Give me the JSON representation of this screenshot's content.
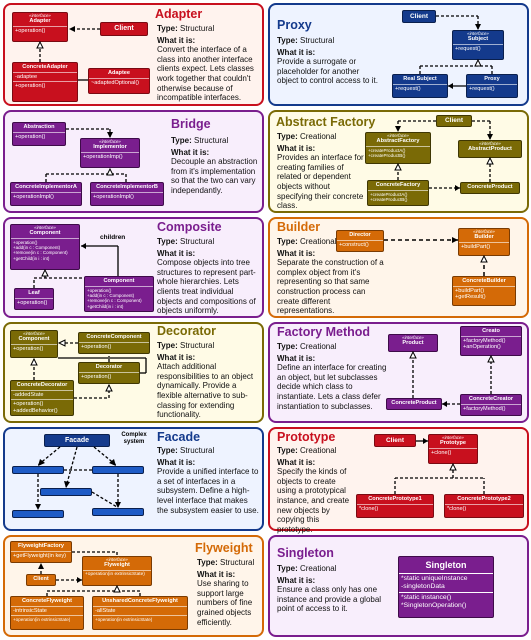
{
  "colors": {
    "red": "#c8101e",
    "blue": "#143a8c",
    "purple": "#7a1e8e",
    "olive": "#7a6a06",
    "orange": "#d46a07",
    "red_bg": "#fff3ee",
    "blue_bg": "#eef3ff",
    "purple_bg": "#f8eefc",
    "yellow_bg": "#fffbe6",
    "orange_bg": "#fff5ea"
  },
  "labels": {
    "type": "Type:",
    "what": "What it is:"
  },
  "patterns": {
    "adapter": {
      "name": "Adapter",
      "type": "Structural",
      "desc": "Convert the interface of a class into another interface clients expect. Lets classes work together that couldn't otherwise because of incompatible interfaces.",
      "boxes": {
        "target": {
          "stereo": "«interface»",
          "name": "Adapter",
          "ops": "+operation()"
        },
        "client": {
          "name": "Client"
        },
        "concrete": {
          "name": "ConcreteAdapter",
          "attrs": "-adaptee",
          "ops": "+operation()"
        },
        "adaptee": {
          "name": "Adaptee",
          "ops": "~adaptedOptional()"
        }
      }
    },
    "proxy": {
      "name": "Proxy",
      "type": "Structural",
      "desc": "Provide a surrogate or placeholder for another object to control access to it.",
      "boxes": {
        "client": {
          "name": "Client"
        },
        "subject": {
          "stereo": "«interface»",
          "name": "Subject",
          "ops": "+request()"
        },
        "real": {
          "name": "Real Subject",
          "ops": "+request()"
        },
        "proxy": {
          "name": "Proxy",
          "ops": "+request()"
        }
      }
    },
    "bridge": {
      "name": "Bridge",
      "type": "Structural",
      "desc": "Decouple an abstraction from it's implementation so that the two can vary independantly.",
      "boxes": {
        "abstraction": {
          "name": "Abstraction",
          "ops": "+operation()"
        },
        "implementor": {
          "stereo": "«interface»",
          "name": "Implementor",
          "ops": "+operationImp()"
        },
        "implA": {
          "name": "ConcreteImplementorA",
          "ops": "+operationImpl()"
        },
        "implB": {
          "name": "ConcreteImplementorB",
          "ops": "+operationImpl()"
        }
      }
    },
    "abstract_factory": {
      "name": "Abstract Factory",
      "type": "Creational",
      "desc": "Provides an interface for creating families of related or dependent objects without specifying their concrete class.",
      "boxes": {
        "client": {
          "name": "Client"
        },
        "factory": {
          "stereo": "«interface»",
          "name": "AbstractFactory",
          "ops": "+createProductA()\n+createProductB()"
        },
        "product": {
          "stereo": "«interface»",
          "name": "AbstractProduct"
        },
        "concrete_factory": {
          "name": "ConcreteFactory",
          "ops": "+createProductA()\n+createProductB()"
        },
        "concrete_product": {
          "name": "ConcreteProduct"
        }
      }
    },
    "composite": {
      "name": "Composite",
      "type": "Structural",
      "desc": "Compose objects into tree structures to represent part-whole hierarchies. Lets clients treat individual objects and compositions of objects uniformly.",
      "children_label": "children",
      "boxes": {
        "component": {
          "stereo": "«interface»",
          "name": "Component",
          "ops": "+operation()\n+add(in c : Component)\n+remove(in c : Component)\n+getChild(in i : int)"
        },
        "leaf": {
          "name": "Leaf",
          "ops": "+operation()"
        },
        "composite": {
          "name": "Component",
          "ops": "+operation()\n+add(in c : Component)\n+remove(in c : Component)\n+getChild(in i : int)"
        }
      }
    },
    "builder": {
      "name": "Builder",
      "type": "Creational",
      "desc": "Separate the construction of a complex object from it's representing so that same construction process can create different representations.",
      "boxes": {
        "director": {
          "name": "Director",
          "ops": "+construct()"
        },
        "builder": {
          "stereo": "«interface»",
          "name": "Builder",
          "ops": "+buildPart()"
        },
        "concrete": {
          "name": "ConcreteBuilder",
          "ops": "+buildPart()\n+getResult()"
        }
      }
    },
    "decorator": {
      "name": "Decorator",
      "type": "Structural",
      "desc": "Attach additional responsibilities to an object dynamically. Provide a flexible alternative to sub-classing for extending functionality.",
      "boxes": {
        "component": {
          "stereo": "«interface»",
          "name": "Component",
          "ops": "+operation()"
        },
        "concrete_component": {
          "name": "ConcreteComponent",
          "ops": "+operation()"
        },
        "decorator": {
          "name": "Decorator",
          "ops": "+operation()"
        },
        "concrete_decorator": {
          "name": "ConcreteDecorator",
          "attrs": "-addedState",
          "ops": "+operation()\n+addedBehavior()"
        }
      }
    },
    "factory_method": {
      "name": "Factory Method",
      "type": "Creational",
      "desc": "Define an interface for creating an object, but let subclasses decide which class to instantiate. Lets a class defer instantiation to subclasses.",
      "boxes": {
        "product": {
          "stereo": "«interface»",
          "name": "Product"
        },
        "creator": {
          "name": "Creato",
          "ops": "+factoryMethod()\n+anOperation()"
        },
        "concrete_product": {
          "name": "ConcreteProduct"
        },
        "concrete_creator": {
          "name": "ConcreteCreator",
          "ops": "+factoryMethod()"
        }
      }
    },
    "facade": {
      "name": "Facade",
      "type": "Structural",
      "desc": "Provide a unified interface to a set of interfaces in a subsystem. Define a high-level interface that makes the subsystem easier to use.",
      "complex_label": "Complex\nsystem",
      "boxes": {
        "facade": {
          "name": "Facade"
        }
      }
    },
    "prototype": {
      "name": "Prototype",
      "type": "Creational",
      "desc": "Specify the kinds of objects to create using a prototypical instance, and create new objects by copying this prototype.",
      "boxes": {
        "client": {
          "name": "Client"
        },
        "prototype": {
          "stereo": "«interface»",
          "name": "Prototype",
          "ops": "+clone()"
        },
        "p1": {
          "name": "ConcretePrototype1",
          "ops": "*clone()"
        },
        "p2": {
          "name": "ConcretePrototype2",
          "ops": "*clone()"
        }
      }
    },
    "flyweight": {
      "name": "Flyweight",
      "type": "Structural",
      "desc": "Use sharing to support large numbers of fine grained objects efficiently.",
      "boxes": {
        "factory": {
          "name": "FlyweightFactory",
          "ops": "+getFlyweight(in key)"
        },
        "flyweight": {
          "stereo": "«interface»",
          "name": "Flyweight",
          "ops": "+operation(in extrinsicState)"
        },
        "client": {
          "name": "Client"
        },
        "concrete": {
          "name": "ConcreteFlyweight",
          "attrs": "-intrinsicState",
          "ops": "+operation(in extrinsicState)"
        },
        "unshared": {
          "name": "UnsharedConcreteFlyweight",
          "attrs": "-allState",
          "ops": "+operation(in extrinsicState)"
        }
      }
    },
    "singleton": {
      "name": "Singleton",
      "type": "Creational",
      "desc": "Ensure a class only has one instance and provide a global point of access to it.",
      "boxes": {
        "singleton": {
          "name": "Singleton",
          "attrs": "*static uniqueInstance\n-singletonData",
          "ops": "*static instance()\n*SingletonOperation()"
        }
      }
    }
  }
}
